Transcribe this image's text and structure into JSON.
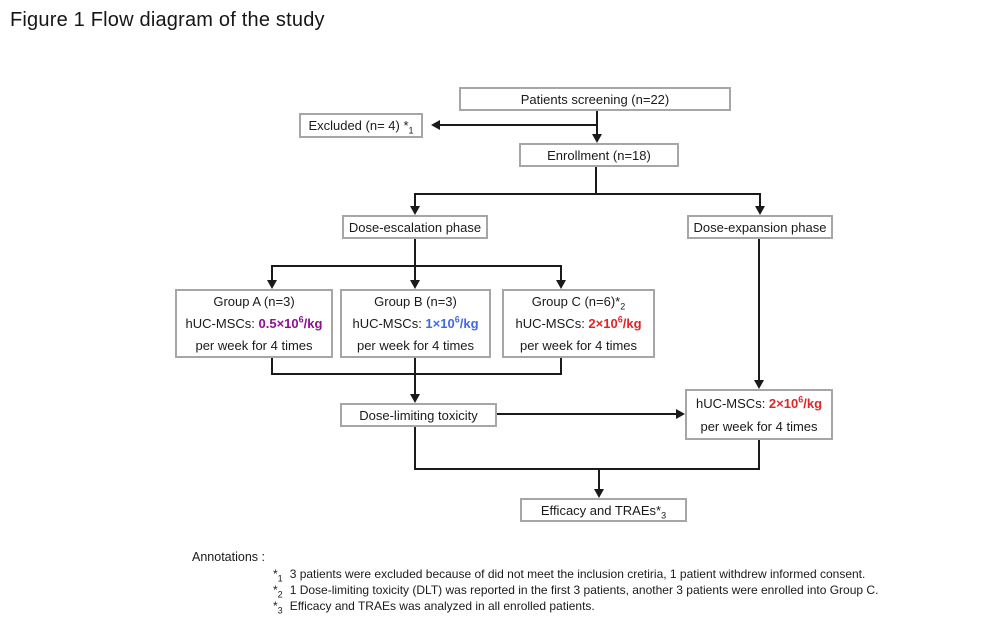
{
  "title": "Figure 1 Flow diagram of the study",
  "colors": {
    "purple": "#8e0f94",
    "blue": "#4169e1",
    "red": "#dd2626",
    "line": "#1a1a1a",
    "box_border": "#a6a6a6"
  },
  "nodes": {
    "screening": {
      "label": "Patients screening (n=22)"
    },
    "excluded": {
      "label": "Excluded (n= 4) *",
      "ref": "1"
    },
    "enrollment": {
      "label": "Enrollment (n=18)"
    },
    "escalation_phase": {
      "label": "Dose-escalation phase"
    },
    "expansion_phase": {
      "label": "Dose-expansion phase"
    },
    "group_a": {
      "title": "Group A (n=3)",
      "dose_label": "hUC-MSCs: ",
      "dose_base": "0.5×10",
      "dose_exp": "6",
      "dose_unit": "/kg",
      "dose_color": "purple",
      "schedule": "per week for 4 times"
    },
    "group_b": {
      "title": "Group B (n=3)",
      "dose_label": "hUC-MSCs: ",
      "dose_base": "1×10",
      "dose_exp": "6",
      "dose_unit": "/kg",
      "dose_color": "blue",
      "schedule": "per week for 4 times"
    },
    "group_c": {
      "title": "Group C (n=6)*",
      "ref": "2",
      "dose_label": "hUC-MSCs: ",
      "dose_base": "2×10",
      "dose_exp": "6",
      "dose_unit": "/kg",
      "dose_color": "red",
      "schedule": "per week for 4 times"
    },
    "dlt": {
      "label": "Dose-limiting toxicity"
    },
    "expansion_dose": {
      "dose_label": "hUC-MSCs: ",
      "dose_base": "2×10",
      "dose_exp": "6",
      "dose_unit": "/kg",
      "dose_color": "red",
      "schedule": "per week for 4 times"
    },
    "efficacy": {
      "label": "Efficacy and TRAEs*",
      "ref": "3"
    }
  },
  "annotations": {
    "heading": "Annotations :",
    "items": [
      {
        "star": "*",
        "ref": "1",
        "text": "3 patients were excluded because of did not meet the inclusion cretiria, 1 patient withdrew informed consent."
      },
      {
        "star": "*",
        "ref": "2",
        "text": "1 Dose-limiting toxicity (DLT) was reported in the first 3 patients, another 3 patients were enrolled into Group C."
      },
      {
        "star": "*",
        "ref": "3",
        "text": "Efficacy and TRAEs was analyzed in all enrolled patients."
      }
    ]
  }
}
